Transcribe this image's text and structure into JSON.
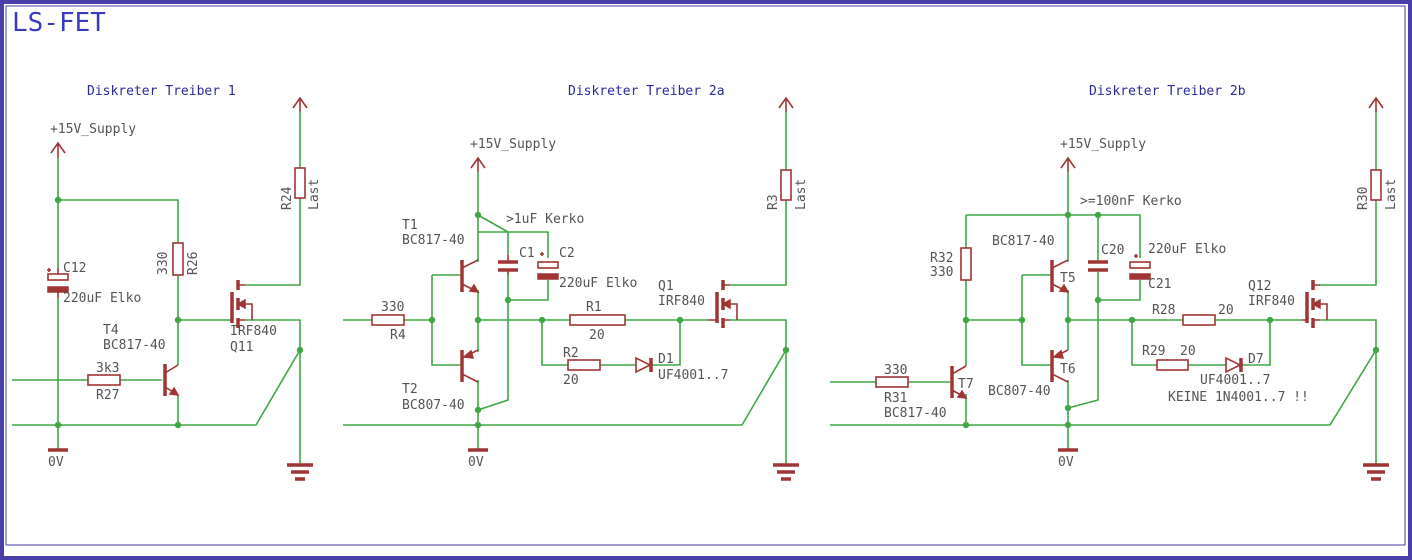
{
  "heading": "LS-FET",
  "colors": {
    "frame": "#4a3ea8",
    "wire": "#3fa845",
    "symbol": "#a03535",
    "text": "#555555",
    "title": "#2b2b9a"
  },
  "panel1": {
    "title": "Diskreter Treiber 1",
    "supply": "+15V_Supply",
    "ground": "0V",
    "c12_name": "C12",
    "c12_value": "220uF Elko",
    "r26_name": "R26",
    "r26_value": "330",
    "r24_name": "R24",
    "r24_value": "Last",
    "r27_name": "R27",
    "r27_value": "3k3",
    "t4_name": "T4",
    "t4_value": "BC817-40",
    "q11_name": "Q11",
    "q11_value": "IRF840"
  },
  "panel2": {
    "title": "Diskreter Treiber 2a",
    "supply": "+15V_Supply",
    "ground": "0V",
    "t1_name": "T1",
    "t1_value": "BC817-40",
    "t2_name": "T2",
    "t2_value": "BC807-40",
    "kerko": ">1uF Kerko",
    "c1_name": "C1",
    "c2_name": "C2",
    "c2_value": "220uF Elko",
    "r4_name": "R4",
    "r4_value": "330",
    "r1_name": "R1",
    "r1_value": "20",
    "r2_name": "R2",
    "r2_value": "20",
    "d1_name": "D1",
    "d1_value": "UF4001..7",
    "q1_name": "Q1",
    "q1_value": "IRF840",
    "r3_name": "R3",
    "r3_value": "Last"
  },
  "panel3": {
    "title": "Diskreter Treiber 2b",
    "supply": "+15V_Supply",
    "ground": "0V",
    "kerko": ">=100nF Kerko",
    "r32_name": "R32",
    "r32_value": "330",
    "t5_name": "T5",
    "t5_value": "BC817-40",
    "t6_name": "T6",
    "t6_value": "BC807-40",
    "c20_name": "C20",
    "c21_name": "C21",
    "c21_value": "220uF Elko",
    "r28_name": "R28",
    "r28_value": "20",
    "r29_name": "R29",
    "r29_value": "20",
    "d7_name": "D7",
    "d7_value": "UF4001..7",
    "note": "KEINE 1N4001..7 !!",
    "q12_name": "Q12",
    "q12_value": "IRF840",
    "r30_name": "R30",
    "r30_value": "Last",
    "r31_name": "R31",
    "r31_value": "330",
    "t7_name": "T7",
    "t7_value": "BC817-40"
  }
}
